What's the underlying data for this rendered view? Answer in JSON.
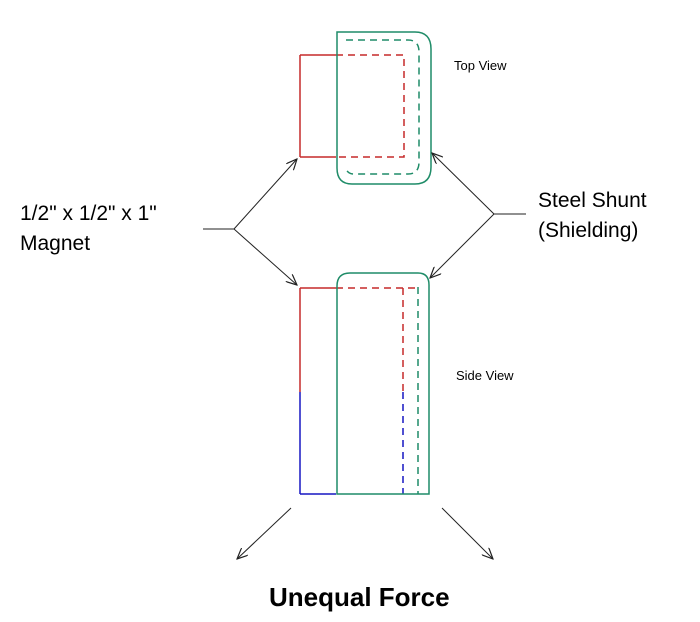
{
  "labels": {
    "magnet_line1": "1/2\" x 1/2\" x 1\"",
    "magnet_line2": "Magnet",
    "steel_line1": "Steel Shunt",
    "steel_line2": "(Shielding)",
    "top_view": "Top View",
    "side_view": "Side View",
    "caption": "Unequal Force"
  },
  "colors": {
    "red": "#c52a2a",
    "blue": "#1717c2",
    "green": "#1f8c68",
    "arrow": "#222222"
  }
}
